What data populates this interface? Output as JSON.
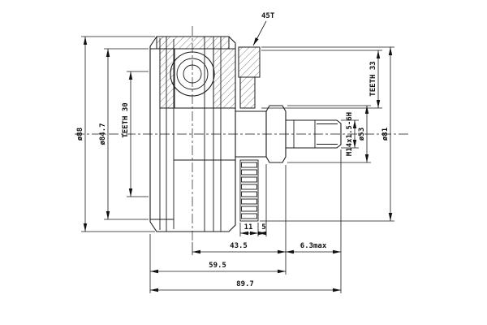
{
  "colors": {
    "ink": "#1a1a1a",
    "background": "#ffffff"
  },
  "drawing": {
    "top_label": "45T",
    "left": {
      "dia_88": "ø88",
      "dia_84_7": "ø84.7",
      "teeth_30": "TEETH 30"
    },
    "right": {
      "thread_spec": "M14x1.5-6H",
      "teeth_33": "TEETH 33",
      "dia_53": "ø53",
      "dia_81": "ø81"
    },
    "bottom": {
      "width_11": "11",
      "width_5": "5",
      "len_43_5": "43.5",
      "len_6_3_max": "6.3max",
      "len_59_5": "59.5",
      "len_89_7": "89.7"
    }
  }
}
